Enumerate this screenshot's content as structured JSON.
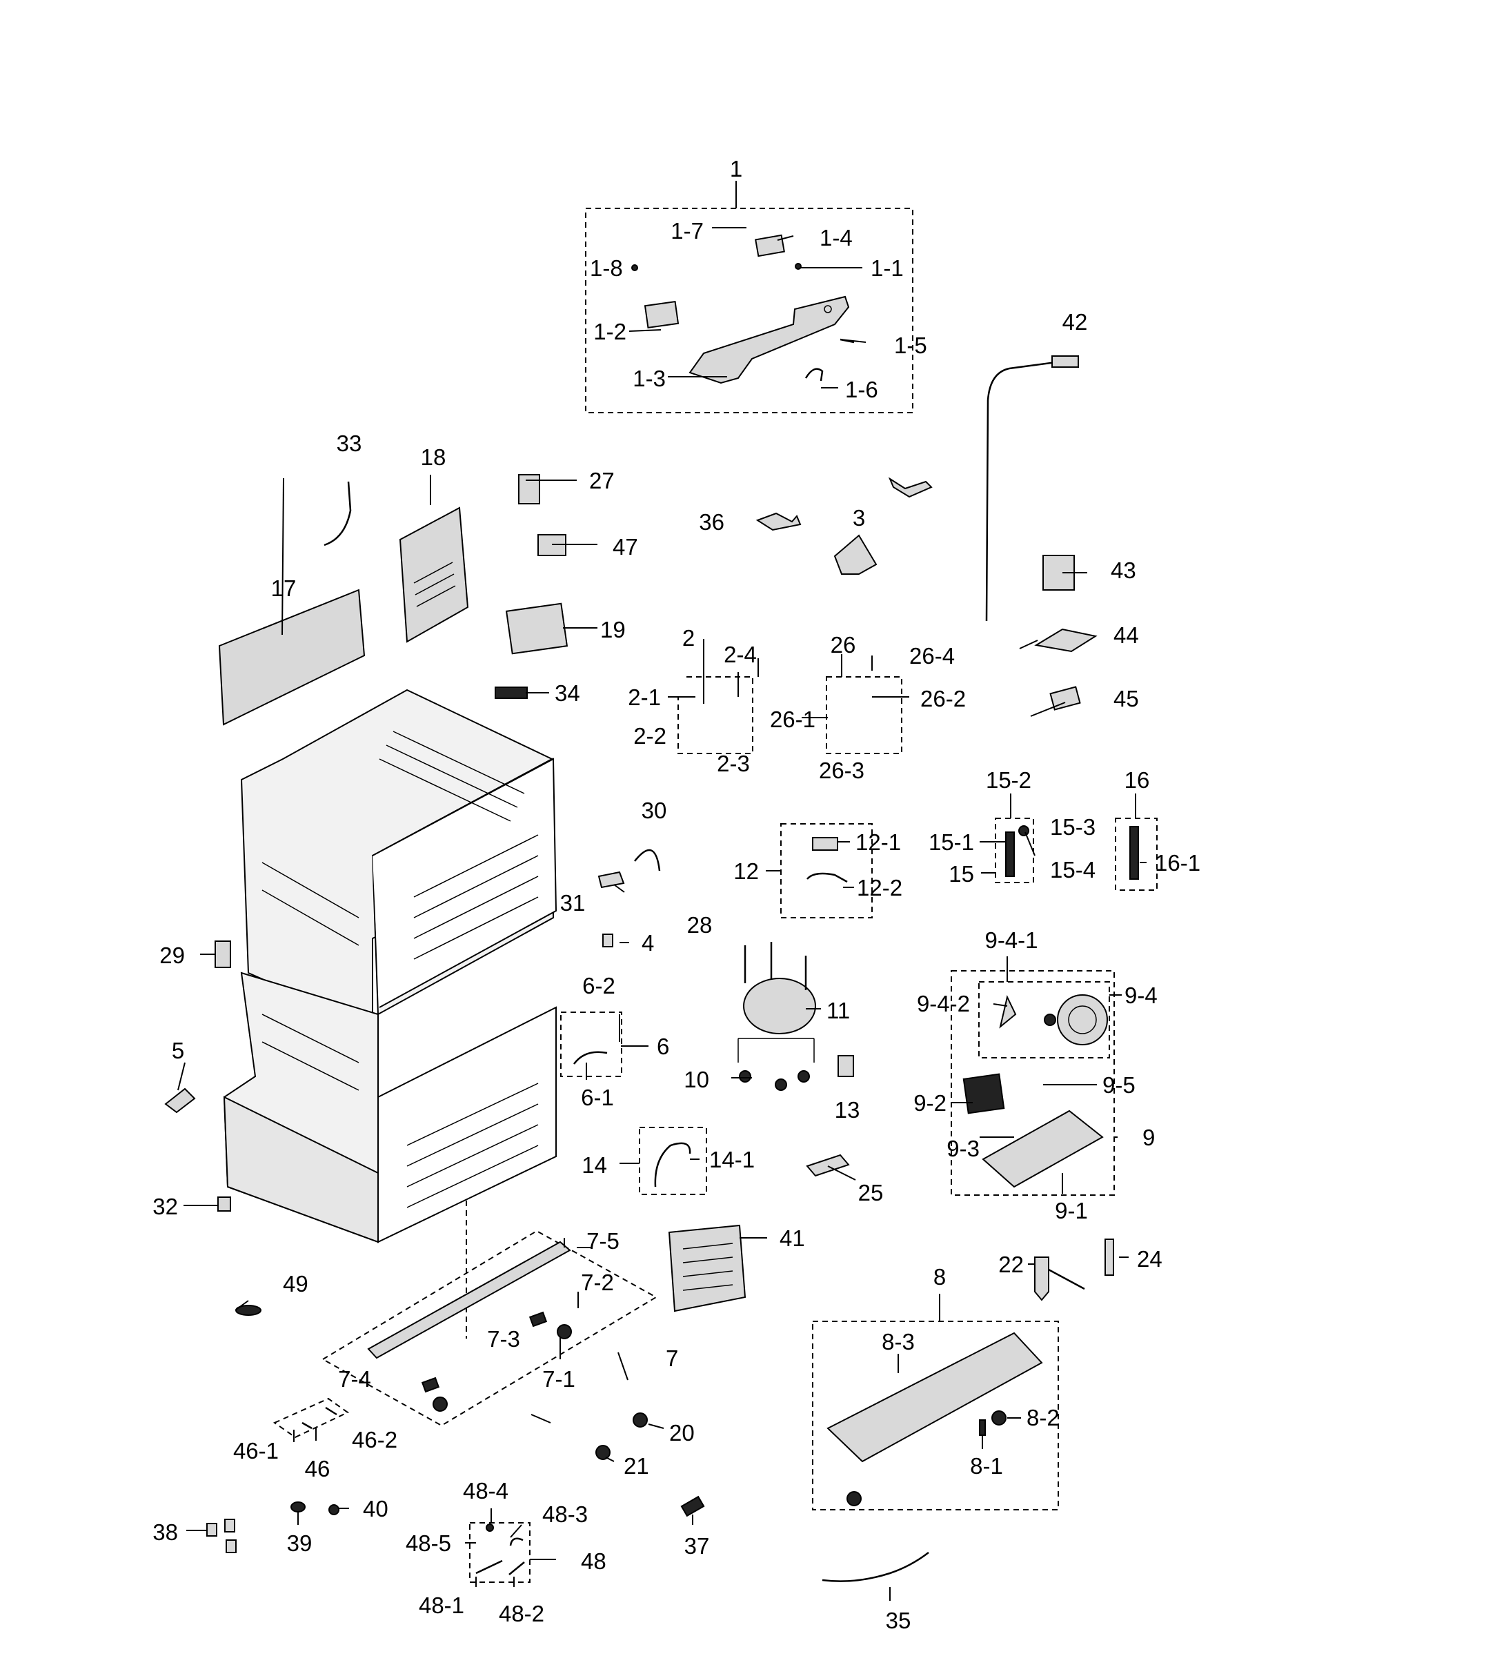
{
  "labels": [
    {
      "id": "1",
      "text": "1"
    },
    {
      "id": "1-1",
      "text": "1-1"
    },
    {
      "id": "1-2",
      "text": "1-2"
    },
    {
      "id": "1-3",
      "text": "1-3"
    },
    {
      "id": "1-4",
      "text": "1-4"
    },
    {
      "id": "1-5",
      "text": "1-5"
    },
    {
      "id": "1-6",
      "text": "1-6"
    },
    {
      "id": "1-7",
      "text": "1-7"
    },
    {
      "id": "1-8",
      "text": "1-8"
    },
    {
      "id": "2",
      "text": "2"
    },
    {
      "id": "2-1",
      "text": "2-1"
    },
    {
      "id": "2-2",
      "text": "2-2"
    },
    {
      "id": "2-3",
      "text": "2-3"
    },
    {
      "id": "2-4",
      "text": "2-4"
    },
    {
      "id": "3",
      "text": "3"
    },
    {
      "id": "4",
      "text": "4"
    },
    {
      "id": "5",
      "text": "5"
    },
    {
      "id": "6",
      "text": "6"
    },
    {
      "id": "6-1",
      "text": "6-1"
    },
    {
      "id": "6-2",
      "text": "6-2"
    },
    {
      "id": "7",
      "text": "7"
    },
    {
      "id": "7-1",
      "text": "7-1"
    },
    {
      "id": "7-2",
      "text": "7-2"
    },
    {
      "id": "7-3",
      "text": "7-3"
    },
    {
      "id": "7-4",
      "text": "7-4"
    },
    {
      "id": "7-5",
      "text": "7-5"
    },
    {
      "id": "8",
      "text": "8"
    },
    {
      "id": "8-1",
      "text": "8-1"
    },
    {
      "id": "8-2",
      "text": "8-2"
    },
    {
      "id": "8-3",
      "text": "8-3"
    },
    {
      "id": "9",
      "text": "9"
    },
    {
      "id": "9-1",
      "text": "9-1"
    },
    {
      "id": "9-2",
      "text": "9-2"
    },
    {
      "id": "9-3",
      "text": "9-3"
    },
    {
      "id": "9-4",
      "text": "9-4"
    },
    {
      "id": "9-4-1",
      "text": "9-4-1"
    },
    {
      "id": "9-4-2",
      "text": "9-4-2"
    },
    {
      "id": "9-5",
      "text": "9-5"
    },
    {
      "id": "10",
      "text": "10"
    },
    {
      "id": "11",
      "text": "11"
    },
    {
      "id": "12",
      "text": "12"
    },
    {
      "id": "12-1",
      "text": "12-1"
    },
    {
      "id": "12-2",
      "text": "12-2"
    },
    {
      "id": "13",
      "text": "13"
    },
    {
      "id": "14",
      "text": "14"
    },
    {
      "id": "14-1",
      "text": "14-1"
    },
    {
      "id": "15",
      "text": "15"
    },
    {
      "id": "15-1",
      "text": "15-1"
    },
    {
      "id": "15-2",
      "text": "15-2"
    },
    {
      "id": "15-3",
      "text": "15-3"
    },
    {
      "id": "15-4",
      "text": "15-4"
    },
    {
      "id": "16",
      "text": "16"
    },
    {
      "id": "16-1",
      "text": "16-1"
    },
    {
      "id": "17",
      "text": "17"
    },
    {
      "id": "18",
      "text": "18"
    },
    {
      "id": "19",
      "text": "19"
    },
    {
      "id": "20",
      "text": "20"
    },
    {
      "id": "21",
      "text": "21"
    },
    {
      "id": "22",
      "text": "22"
    },
    {
      "id": "24",
      "text": "24"
    },
    {
      "id": "25",
      "text": "25"
    },
    {
      "id": "26",
      "text": "26"
    },
    {
      "id": "26-1",
      "text": "26-1"
    },
    {
      "id": "26-2",
      "text": "26-2"
    },
    {
      "id": "26-3",
      "text": "26-3"
    },
    {
      "id": "26-4",
      "text": "26-4"
    },
    {
      "id": "27",
      "text": "27"
    },
    {
      "id": "28",
      "text": "28"
    },
    {
      "id": "29",
      "text": "29"
    },
    {
      "id": "30",
      "text": "30"
    },
    {
      "id": "31",
      "text": "31"
    },
    {
      "id": "32",
      "text": "32"
    },
    {
      "id": "33",
      "text": "33"
    },
    {
      "id": "34",
      "text": "34"
    },
    {
      "id": "35",
      "text": "35"
    },
    {
      "id": "36",
      "text": "36"
    },
    {
      "id": "37",
      "text": "37"
    },
    {
      "id": "38",
      "text": "38"
    },
    {
      "id": "39",
      "text": "39"
    },
    {
      "id": "40",
      "text": "40"
    },
    {
      "id": "41",
      "text": "41"
    },
    {
      "id": "42",
      "text": "42"
    },
    {
      "id": "43",
      "text": "43"
    },
    {
      "id": "44",
      "text": "44"
    },
    {
      "id": "45",
      "text": "45"
    },
    {
      "id": "46",
      "text": "46"
    },
    {
      "id": "46-1",
      "text": "46-1"
    },
    {
      "id": "46-2",
      "text": "46-2"
    },
    {
      "id": "47",
      "text": "47"
    },
    {
      "id": "48",
      "text": "48"
    },
    {
      "id": "48-1",
      "text": "48-1"
    },
    {
      "id": "48-2",
      "text": "48-2"
    },
    {
      "id": "48-3",
      "text": "48-3"
    },
    {
      "id": "48-4",
      "text": "48-4"
    },
    {
      "id": "48-5",
      "text": "48-5"
    },
    {
      "id": "49",
      "text": "49"
    }
  ]
}
